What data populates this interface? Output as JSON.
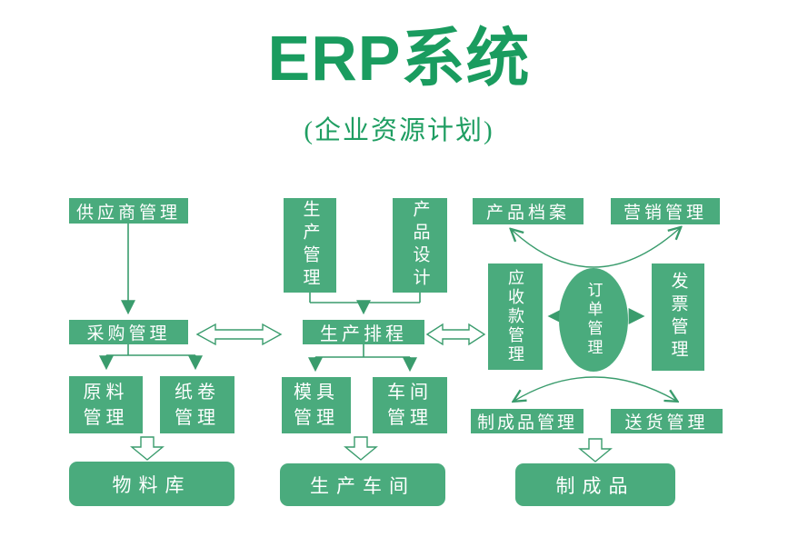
{
  "header": {
    "title": "ERP系统",
    "subtitle": "(企业资源计划)"
  },
  "colors": {
    "title_green": "#1a9c5f",
    "box_green": "#4aab7d",
    "arrow_green": "#3a9c6d",
    "box_text": "#ffffff",
    "background": "#ffffff"
  },
  "nodes": {
    "supplier_management": "供应商管理",
    "purchase_management": "采购管理",
    "raw_material_management": "原料管理",
    "paper_roll_management": "纸卷管理",
    "material_warehouse": "物料库",
    "production_management": "生产管理",
    "product_design": "产品设计",
    "production_scheduling": "生产排程",
    "mold_management": "模具管理",
    "workshop_management": "车间管理",
    "production_workshop": "生产车间",
    "product_archive": "产品档案",
    "marketing_management": "营销管理",
    "receivables_management": "应收款管理",
    "order_management": "订单管理",
    "invoice_management": "发票管理",
    "finished_goods_management": "制成品管理",
    "delivery_management": "送货管理",
    "finished_goods": "制成品"
  }
}
